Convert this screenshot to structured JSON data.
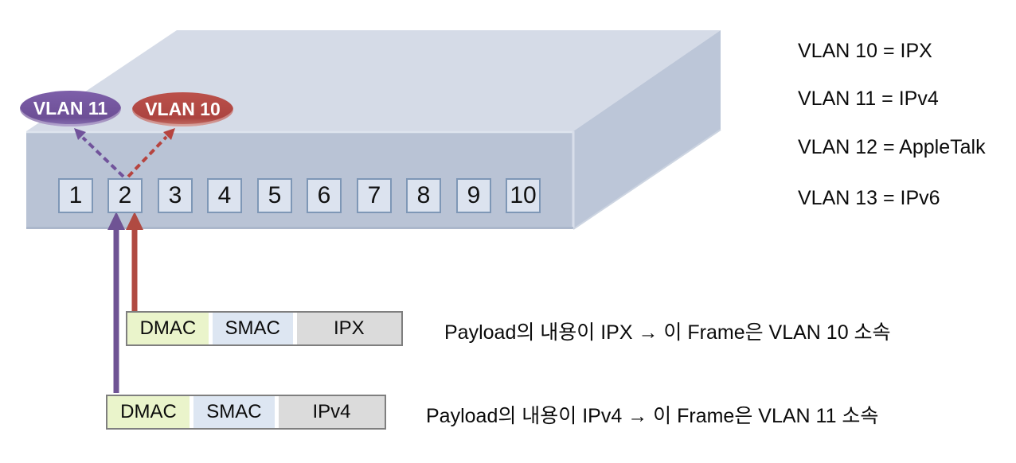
{
  "switch": {
    "ports": [
      "1",
      "2",
      "3",
      "4",
      "5",
      "6",
      "7",
      "8",
      "9",
      "10"
    ]
  },
  "bubbles": {
    "vlan11": {
      "label": "VLAN 11",
      "color": "#71539B"
    },
    "vlan10": {
      "label": "VLAN 10",
      "color": "#B64B45"
    }
  },
  "legend": {
    "items": [
      "VLAN 10 = IPX",
      "VLAN 11 = IPv4",
      "VLAN 12 = AppleTalk",
      "VLAN 13 = IPv6"
    ]
  },
  "frames": [
    {
      "cells": [
        "DMAC",
        "SMAC",
        "IPX"
      ],
      "caption": "Payload의 내용이 IPX → 이 Frame은 VLAN 10 소속"
    },
    {
      "cells": [
        "DMAC",
        "SMAC",
        "IPv4"
      ],
      "caption": "Payload의 내용이 IPv4 → 이 Frame은 VLAN 11 소속"
    }
  ],
  "colors": {
    "vlan11_purple": "#71539B",
    "vlan10_red": "#B64B45",
    "switch_top_face": "#D5DBE7",
    "switch_front_face": "#B9C3D5",
    "switch_right_face": "#BCC6D8",
    "port_fill": "#DCE3EF",
    "port_border": "#7E97B6",
    "cell_dmac": "#EAF4CB",
    "cell_smac": "#DDE6F2",
    "cell_payload": "#DBDBDB",
    "frame_border": "#7F7F7F"
  }
}
